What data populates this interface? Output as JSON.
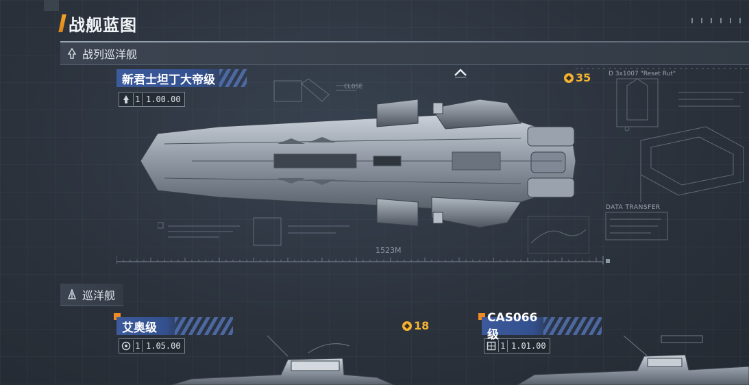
{
  "header": {
    "title": "战舰蓝图"
  },
  "sections": {
    "battlecruiser": {
      "label": "战列巡洋舰"
    },
    "cruiser": {
      "label": "巡洋舰"
    }
  },
  "ships": {
    "main": {
      "name": "新君士坦丁大帝级",
      "version_num": "1",
      "version": "1.00.00",
      "cost": "35",
      "length_label": "1523M"
    },
    "ship2": {
      "name": "艾奥级",
      "version_num": "1",
      "version": "1.05.00",
      "cost": "18"
    },
    "ship3": {
      "name": "CAS066级",
      "version_num": "1",
      "version": "1.01.00"
    }
  },
  "blueprint_text": {
    "data_transfer": "DATA TRANSFER",
    "reset": "D  3x1007 \"Reset Rut\"",
    "close": "CLOSE"
  },
  "colors": {
    "accent": "#f6a524",
    "cost": "#f4b331",
    "plate": "#3c5a9c"
  }
}
